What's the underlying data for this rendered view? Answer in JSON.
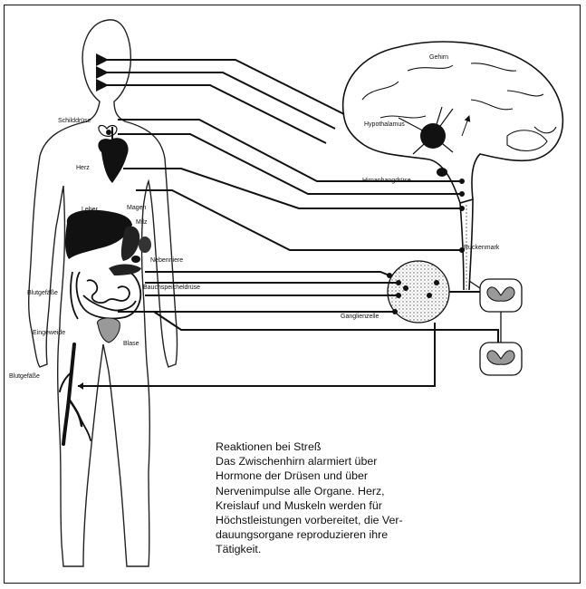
{
  "labels": {
    "gehirn": "Gehirn",
    "hypothalamus": "Hypothalamus",
    "hirnanhangdruese": "Hirnanhangdrüse",
    "rueckenmark": "Ruckenmark",
    "ganglienzelle": "Ganglienzelle",
    "schilddruese": "Schilddrüse",
    "herz": "Herz",
    "leber": "Leber",
    "magen": "Magen",
    "milz": "Milz",
    "nebenniere": "Nebenniere",
    "blutgefaesse_1": "Blutgefäße",
    "bauchspeicheldruese": "Bauchspeicheldrüse",
    "eingeweide": "Eingeweide",
    "blase": "Blase",
    "blutgefaesse_2": "Blutgefäße"
  },
  "caption": {
    "lines": [
      "Reaktionen bei Streß",
      "Das Zwischenhirn alarmiert über",
      "Hormone der Drüsen und über",
      "Nervenimpulse alle Organe. Herz,",
      "Kreislauf und Muskeln werden für",
      "Höchstleistungen vorbereitet, die Ver-",
      "dauungsorgane reproduzieren ihre",
      "Tätigkeit."
    ]
  }
}
